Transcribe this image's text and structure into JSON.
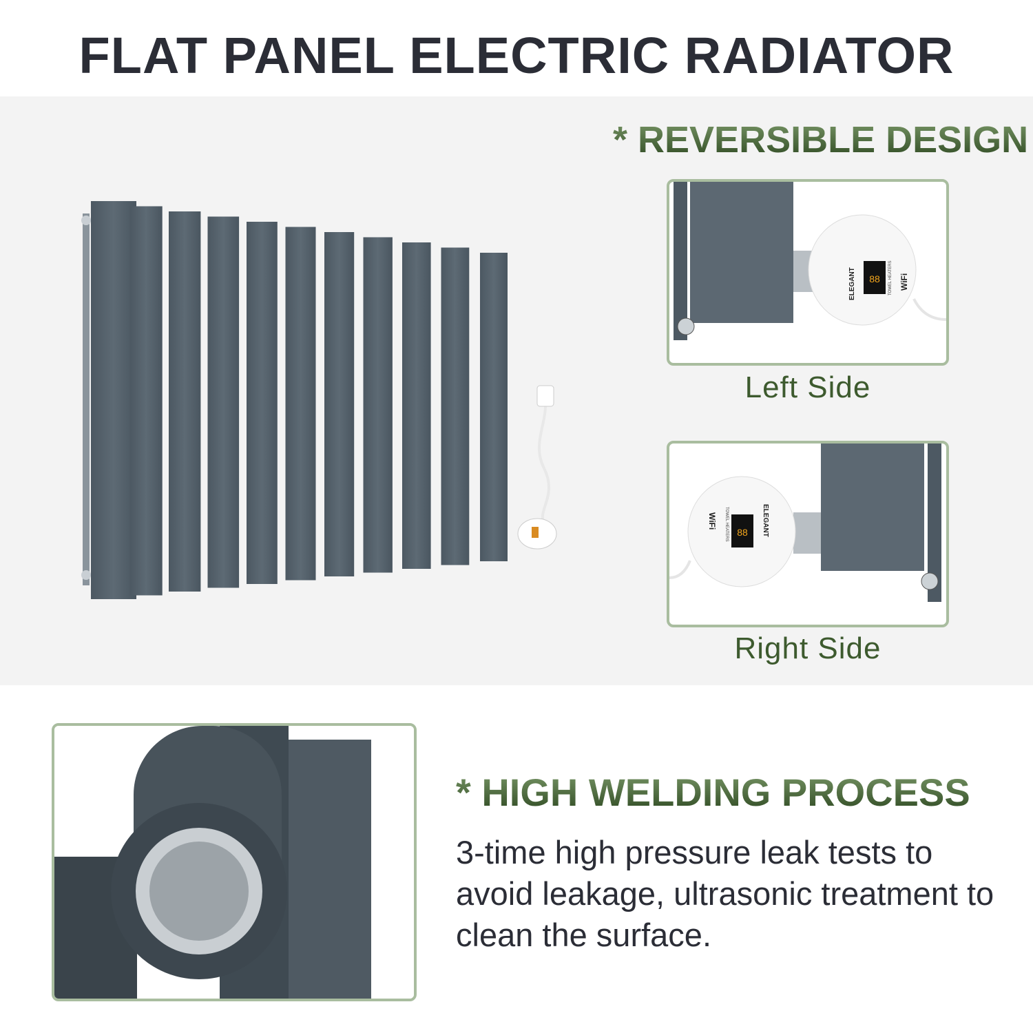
{
  "title": "FLAT PANEL ELECTRIC RADIATOR",
  "reversible": {
    "heading": "* REVERSIBLE DESIGN",
    "left_label": "Left Side",
    "right_label": "Right Side"
  },
  "welding": {
    "heading": "* HIGH WELDING PROCESS",
    "body": "3-time high pressure leak tests to avoid leakage, ultrasonic treatment to clean the surface."
  },
  "controller": {
    "brand": "ELEGANT",
    "sub": "TOWEL HEATERS",
    "wifi": "WiFi",
    "display": "88"
  },
  "colors": {
    "accent_green": "#3d5a2e",
    "frame_green": "#a9bd9f",
    "panel_gray": "#55616b",
    "text_dark": "#2b2d36"
  }
}
